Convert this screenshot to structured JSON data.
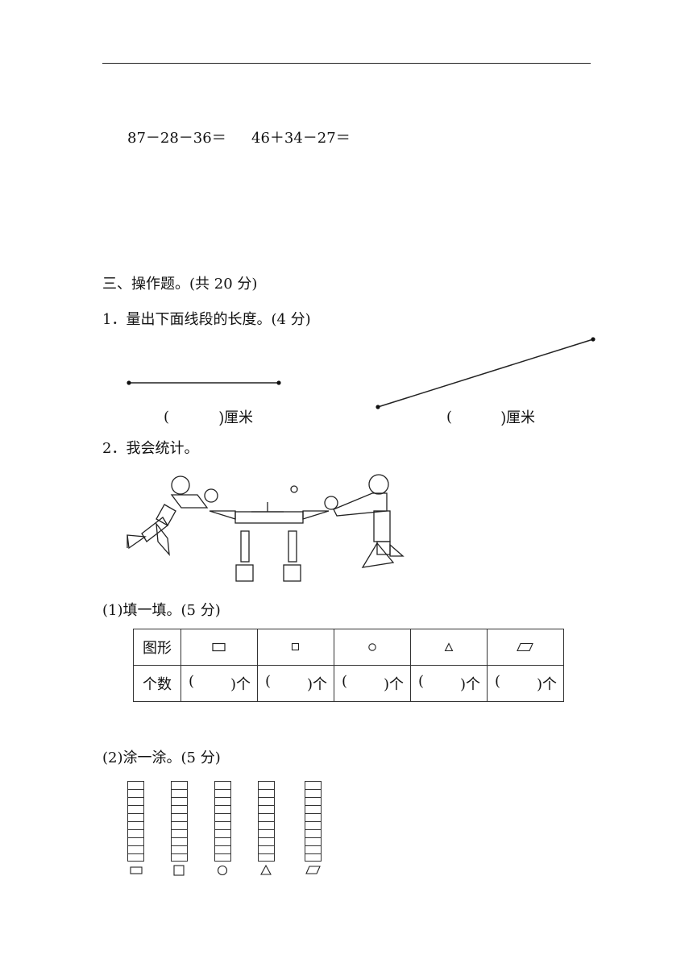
{
  "equations": [
    "87－28－36＝",
    "46＋34－27＝"
  ],
  "section3": {
    "title": "三、操作题。(共 20 分)",
    "q1": {
      "title": "1．量出下面线段的长度。(4 分)",
      "answer_left": {
        "open": "(",
        "close": ")厘米"
      },
      "answer_right": {
        "open": "(",
        "close": ")厘米"
      }
    },
    "q2": {
      "title": "2．我会统计。",
      "part1": {
        "title": "(1)填一填。(5 分)",
        "row1_header": "图形",
        "row2_header": "个数",
        "shapes": [
          "rectangle-icon",
          "square-icon",
          "circle-icon",
          "triangle-icon",
          "parallelogram-icon"
        ],
        "blank_open": "(",
        "blank_close": ")个"
      },
      "part2": {
        "title": "(2)涂一涂。(5 分)",
        "bar_rows": 10,
        "shapes": [
          "rectangle-icon",
          "square-icon",
          "circle-icon",
          "triangle-icon",
          "parallelogram-icon"
        ]
      }
    }
  }
}
